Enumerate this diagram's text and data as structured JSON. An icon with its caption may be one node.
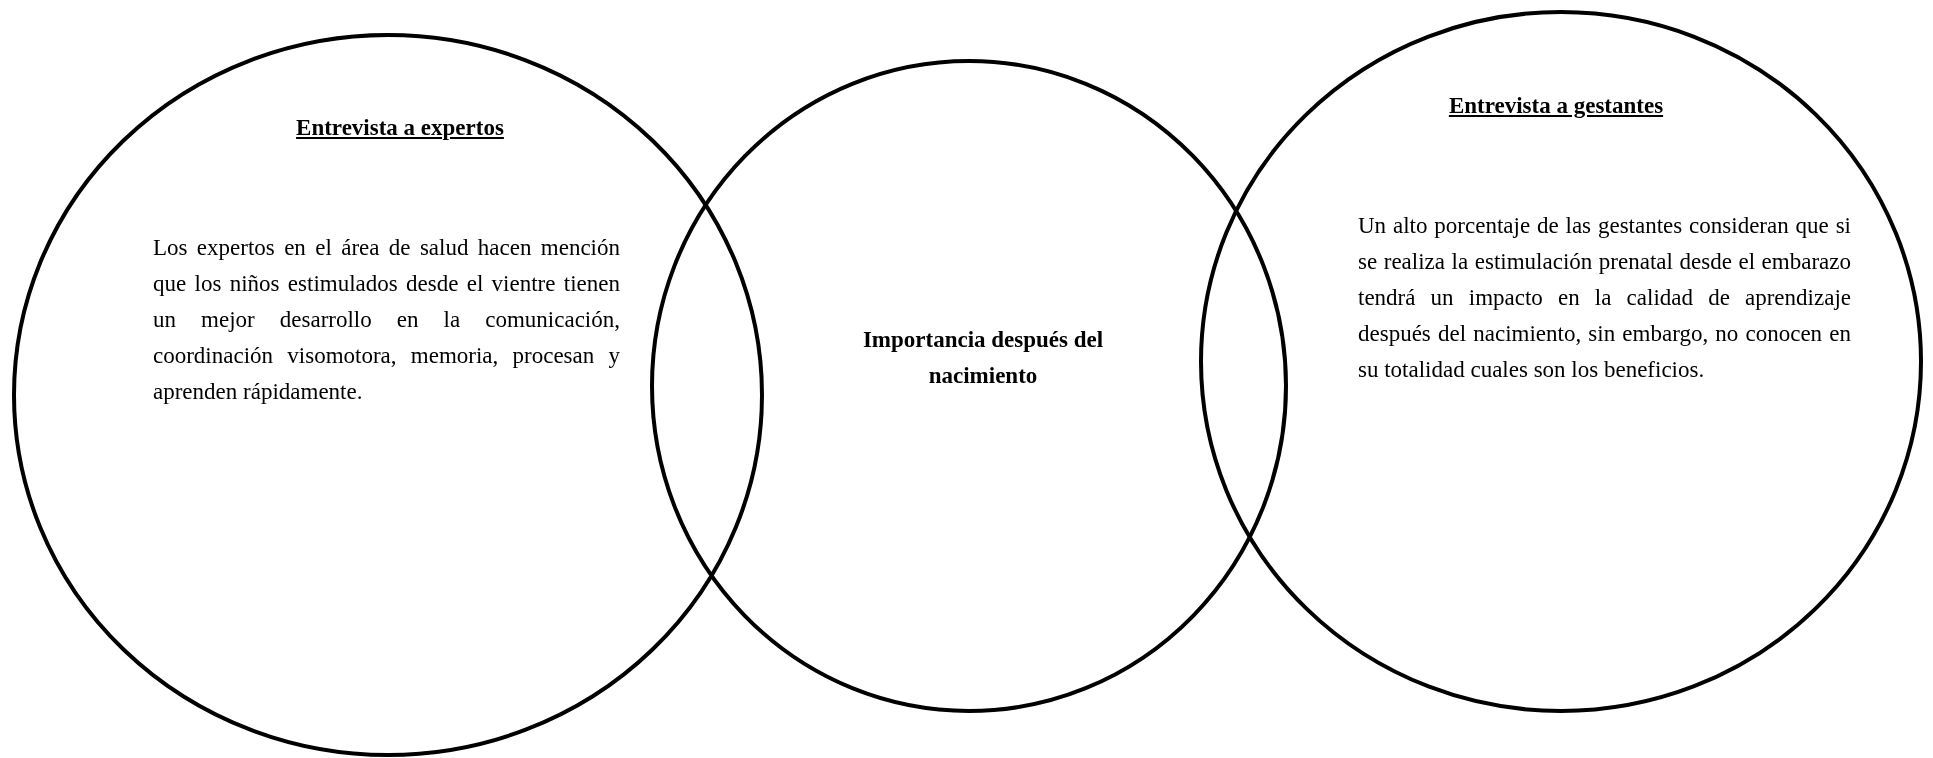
{
  "diagram": {
    "nodes": [
      {
        "text": [
          "Entrevista a expertos",
          "Los expertos en el área de salud hacen mención que los niños estimulados desde el vientre tienen un mejor desarrollo en la comunicación, coordinación visomotora, memoria, procesan y aprenden rápidamente."
        ]
      },
      {
        "text": [
          "Importancia después del nacimiento"
        ]
      },
      {
        "text": [
          "Entrevista a gestantes",
          "Un alto porcentaje de las gestantes consideran que si se realiza la estimulación prenatal desde el embarazo tendrá un impacto en la calidad de aprendizaje después del nacimiento, sin embargo, no conocen en su totalidad cuales son los beneficios."
        ]
      }
    ]
  }
}
